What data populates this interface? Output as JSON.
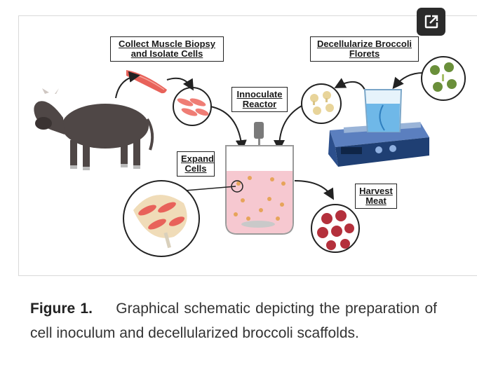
{
  "figure": {
    "labels": {
      "collect": [
        "Collect Muscle Biopsy",
        "and Isolate Cells"
      ],
      "decell": [
        "Decellularize Broccoli",
        "Florets"
      ],
      "inoculate": [
        "Innoculate",
        "Reactor"
      ],
      "expand": [
        "Expand",
        "Cells"
      ],
      "harvest": [
        "Harvest",
        "Meat"
      ]
    },
    "icons": {
      "expand_button": "external-open-icon"
    }
  },
  "caption": {
    "label": "Figure 1.",
    "text": "Graphical schematic depicting the preparation of cell inoculum and decellularized broccoli scaffolds."
  },
  "colors": {
    "cow": "#4f4746",
    "muscle": "#e8625a",
    "broccoli": "#e8d49a",
    "scaffold_green": "#6a8f3a",
    "reactor_liquid": "#f6c8d0",
    "hotplate": "#1f3f73",
    "beaker_liquid": "#6fb8e8",
    "meat": "#b4303c"
  }
}
